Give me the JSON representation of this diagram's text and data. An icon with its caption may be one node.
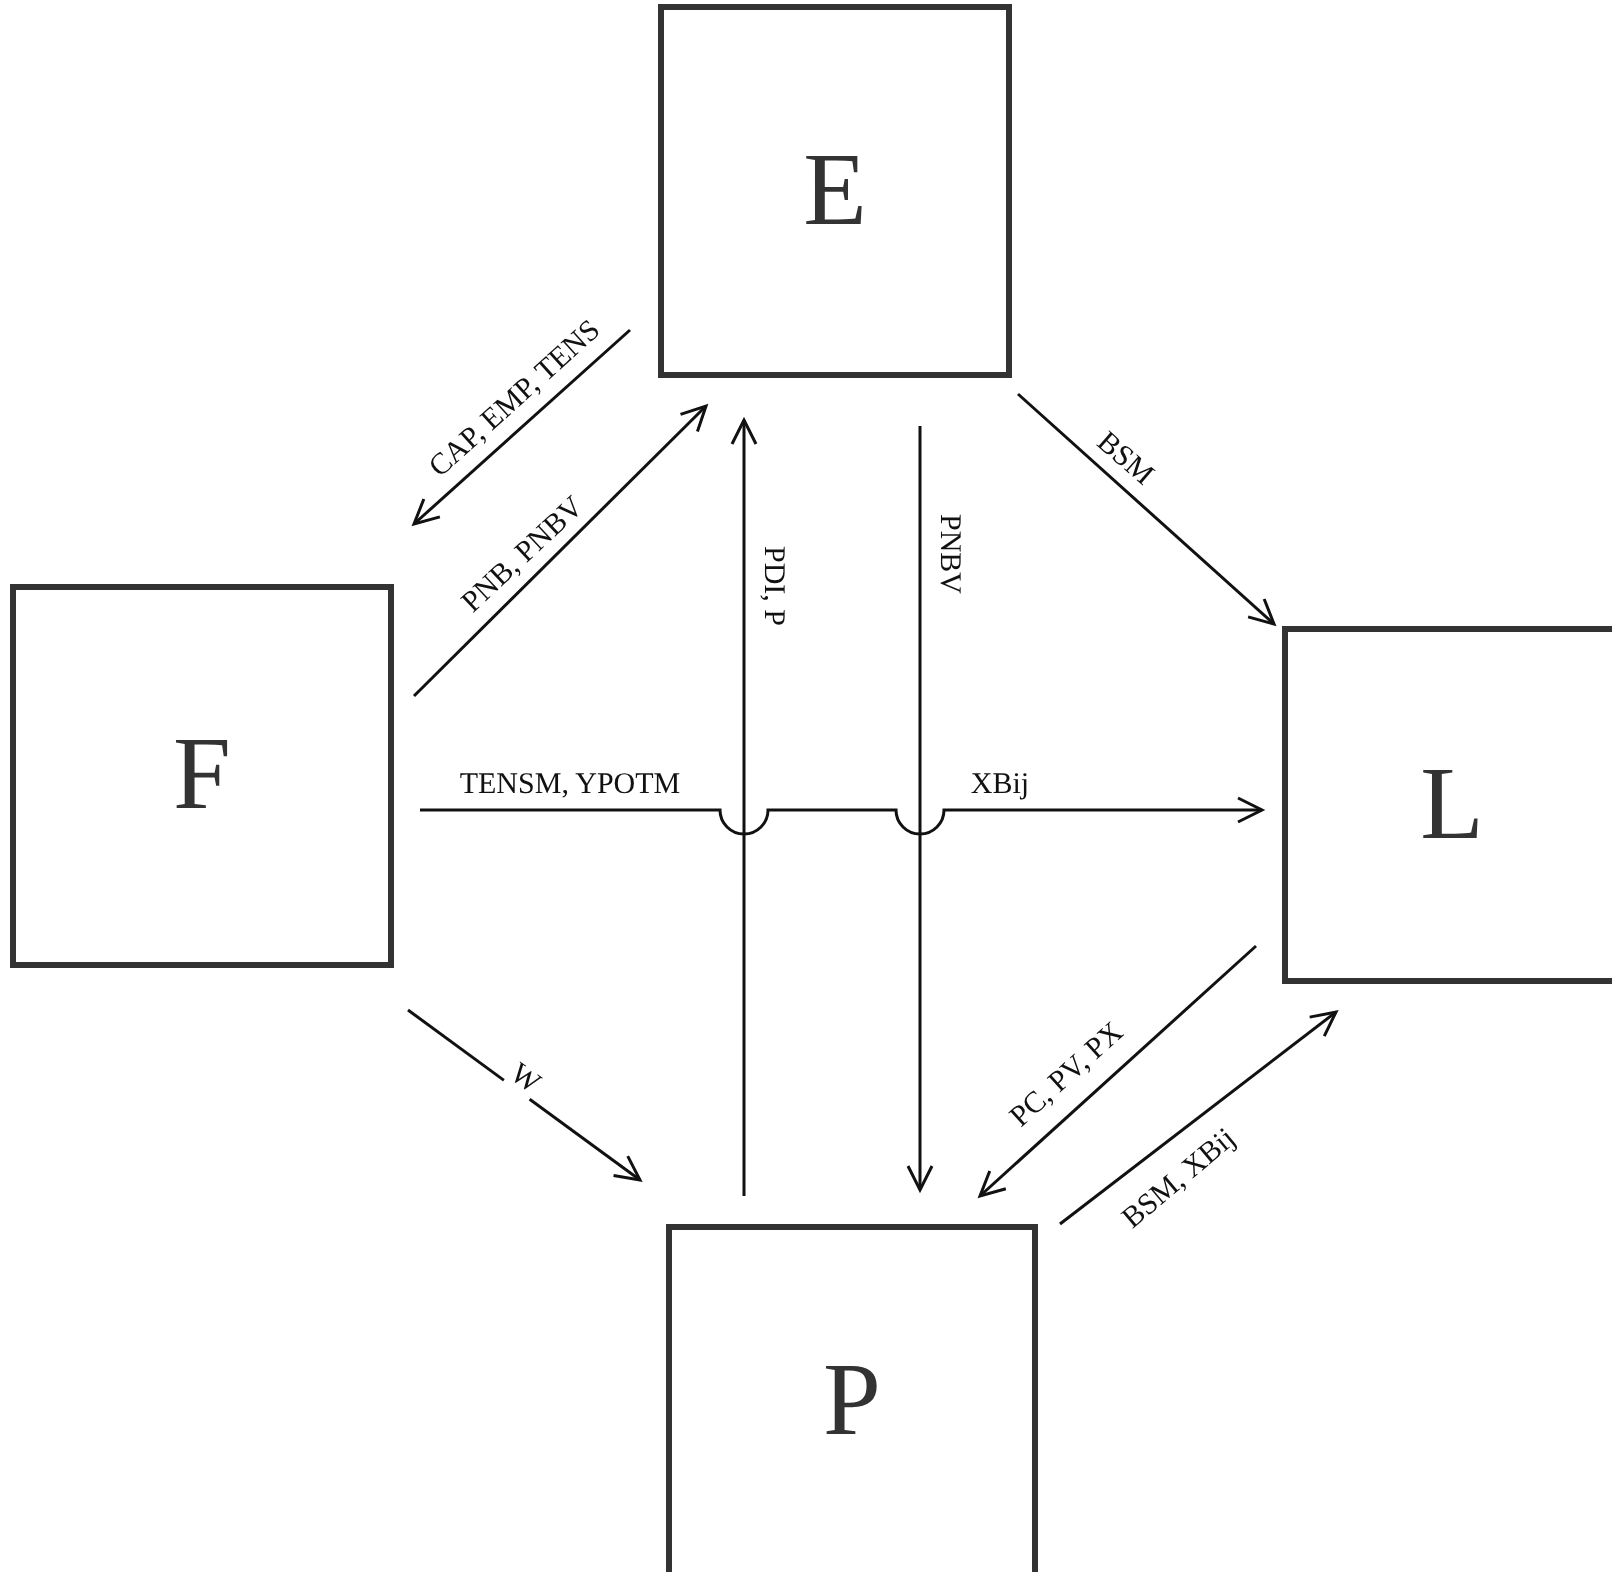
{
  "diagram": {
    "nodes": [
      {
        "text": [
          "E"
        ]
      },
      {
        "text": [
          "F"
        ]
      },
      {
        "text": [
          "L"
        ]
      },
      {
        "text": [
          "P"
        ]
      }
    ],
    "edges": [
      {
        "from": 0,
        "to": 1,
        "arrow": "to",
        "label": "CAP, EMP, TENS"
      },
      {
        "from": 1,
        "to": 0,
        "arrow": "to",
        "label": "PNB, PNBV"
      },
      {
        "from": 3,
        "to": 0,
        "arrow": "to",
        "label": "PDI, P"
      },
      {
        "from": 0,
        "to": 3,
        "arrow": "to",
        "label": "PNBV"
      },
      {
        "from": 0,
        "to": 2,
        "arrow": "to",
        "label": "BSM"
      },
      {
        "from": 1,
        "to": 2,
        "arrow": "to",
        "label": "TENSM, YPOTM"
      },
      {
        "from": 1,
        "to": 3,
        "arrow": "to",
        "label": "W"
      },
      {
        "from": 2,
        "to": 3,
        "arrow": "to",
        "label": "PC, PV, PX"
      },
      {
        "from": 3,
        "to": 2,
        "arrow": "to",
        "label": "BSM, XBij"
      }
    ],
    "labels": [
      "XBij"
    ]
  }
}
